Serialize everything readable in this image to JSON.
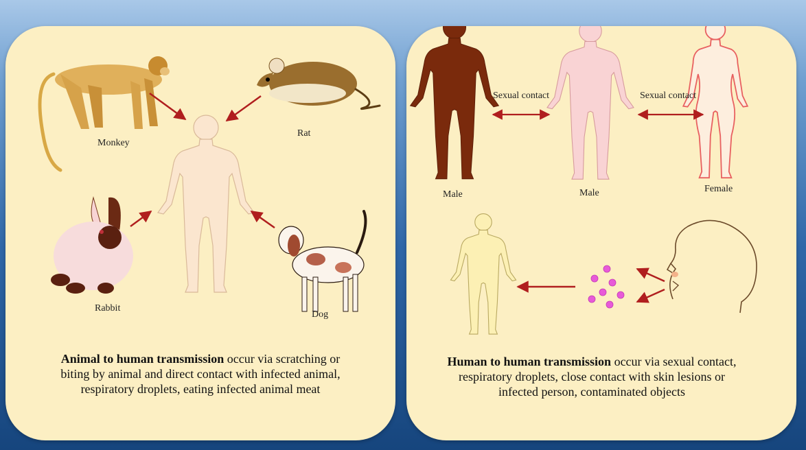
{
  "animal_panel": {
    "labels": {
      "monkey": "Monkey",
      "rat": "Rat",
      "rabbit": "Rabbit",
      "dog": "Dog"
    },
    "caption_bold": "Animal to human transmission",
    "caption_rest": " occur via scratching or biting by animal and direct contact with infected animal, respiratory droplets, eating infected animal meat"
  },
  "human_panel": {
    "labels": {
      "sexual_contact_1": "Sexual contact",
      "sexual_contact_2": "Sexual contact",
      "male_1": "Male",
      "male_2": "Male",
      "female": "Female"
    },
    "caption_bold": "Human to human transmission",
    "caption_rest": " occur via sexual contact, respiratory droplets, close contact with skin lesions or infected person, contaminated objects"
  },
  "colors": {
    "panel_bg": "#fcefc3",
    "arrow": "#b01e1e",
    "background_top": "#a9c8e8",
    "background_bottom": "#16457d"
  },
  "icons": [
    "monkey-icon",
    "rat-icon",
    "rabbit-icon",
    "dog-icon",
    "human-figure-icon",
    "male-figure-icon",
    "female-figure-icon",
    "head-profile-icon",
    "droplet-icon"
  ]
}
